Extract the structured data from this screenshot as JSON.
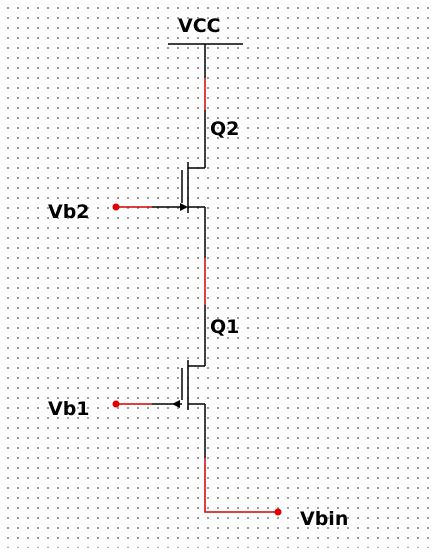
{
  "labels": {
    "vcc": "VCC",
    "q2": "Q2",
    "q1": "Q1",
    "vb2": "Vb2",
    "vb1": "Vb1",
    "vbin": "Vbin"
  },
  "colors": {
    "wire": "#000000",
    "wire_highlight": "#d40000",
    "port": "#e00000"
  }
}
